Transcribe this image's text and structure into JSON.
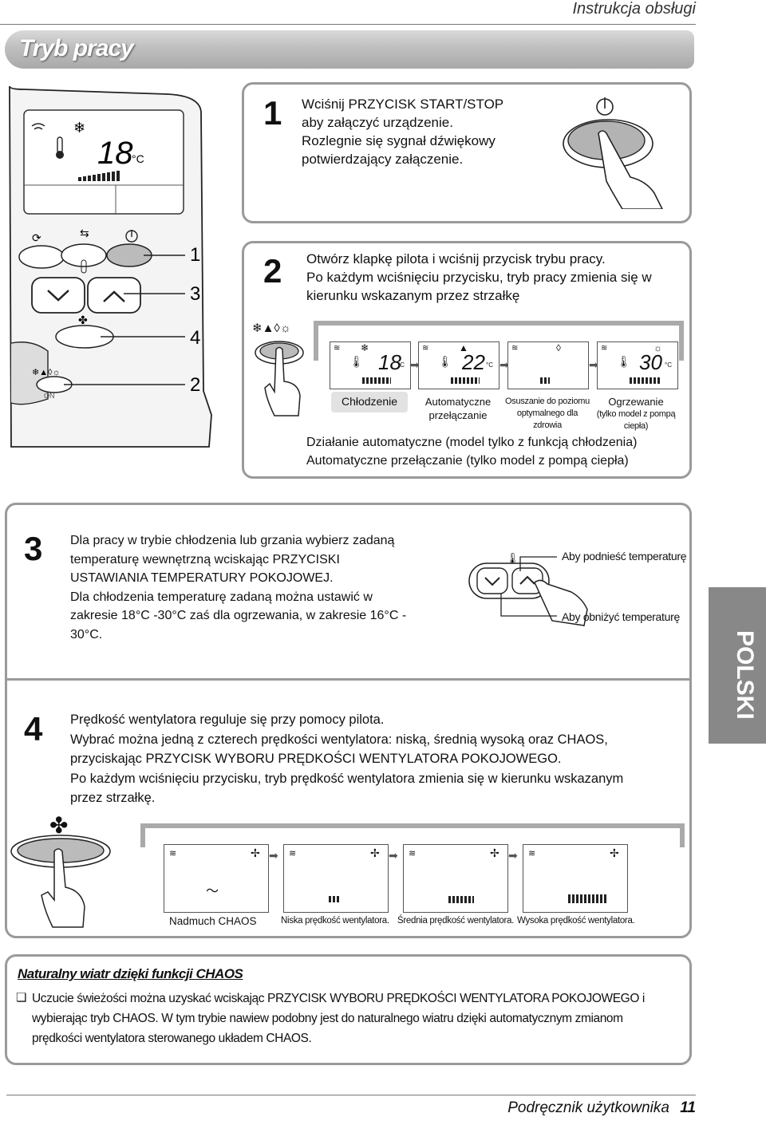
{
  "header": {
    "manual_title": "Instrukcja obsługi"
  },
  "banner": {
    "title": "Tryb pracy"
  },
  "remote": {
    "display_temp": "18",
    "unit": "°C",
    "callouts": [
      "1",
      "3",
      "4",
      "2"
    ],
    "on_label": "ON"
  },
  "step1": {
    "number": "1",
    "lines": [
      "Wciśnij PRZYCISK START/STOP",
      "aby załączyć urządzenie.",
      "Rozlegnie się sygnał dźwiękowy",
      "potwierdzający załączenie."
    ]
  },
  "step2": {
    "number": "2",
    "lines": [
      "Otwórz klapkę pilota i wciśnij przycisk trybu pracy.",
      "Po każdym wciśnięciu przycisku, tryb pracy zmienia się w",
      "kierunku wskazanym przez strzałkę"
    ],
    "modes": [
      {
        "label": "Chłodzenie",
        "temp": "18",
        "unit": "°C"
      },
      {
        "label1": "Automatyczne",
        "label2": "przełączanie",
        "temp": "22",
        "unit": "°C"
      },
      {
        "label1": "Osuszanie do poziomu",
        "label2": "optymalnego dla zdrowia"
      },
      {
        "label1": "Ogrzewanie",
        "label2": "(tylko model z pompą ciepła)",
        "temp": "30",
        "unit": "°C"
      }
    ],
    "note1": "Działanie automatyczne (model tylko z funkcją chłodzenia)",
    "note2": "Automatyczne przełączanie (tylko model z pompą ciepła)"
  },
  "step3": {
    "number": "3",
    "lines": [
      "Dla pracy w trybie chłodzenia lub grzania wybierz zadaną",
      "temperaturę wewnętrzną wciskając PRZYCISKI",
      "USTAWIANIA TEMPERATURY POKOJOWEJ.",
      "Dla chłodzenia temperaturę zadaną można ustawić w",
      "zakresie 18°C -30°C zaś dla ogrzewania, w zakresie 16°C -",
      "30°C."
    ],
    "raise_label": "Aby podnieść temperaturę",
    "lower_label": "Aby obniżyć temperaturę"
  },
  "step4": {
    "number": "4",
    "lines": [
      "Prędkość wentylatora reguluje się przy pomocy pilota.",
      "Wybrać można jedną z czterech prędkości wentylatora: niską, średnią wysoką oraz CHAOS,",
      "przyciskając PRZYCISK WYBORU PRĘDKOŚCI WENTYLATORA POKOJOWEGO.",
      "Po każdym wciśnięciu przycisku, tryb prędkość wentylatora zmienia się w kierunku wskazanym",
      "przez strzałkę."
    ],
    "speeds": [
      "Nadmuch CHAOS",
      "Niska prędkość wentylatora.",
      "Średnia prędkość wentylatora.",
      "Wysoka prędkość wentylatora."
    ]
  },
  "chaos": {
    "title": "Naturalny wiatr dzięki funkcji CHAOS",
    "bullet": "❏",
    "lines": [
      "Uczucie świeżości można uzyskać wciskając PRZYCISK WYBORU PRĘDKOŚCI WENTYLATORA POKOJOWEGO i",
      "wybierając tryb CHAOS. W tym trybie nawiew podobny jest do naturalnego wiatru dzięki automatycznym zmianom",
      "prędkości wentylatora sterowanego układem CHAOS."
    ]
  },
  "side_tab": "POLSKI",
  "footer": {
    "text": "Podręcznik użytkownika",
    "page": "11"
  }
}
